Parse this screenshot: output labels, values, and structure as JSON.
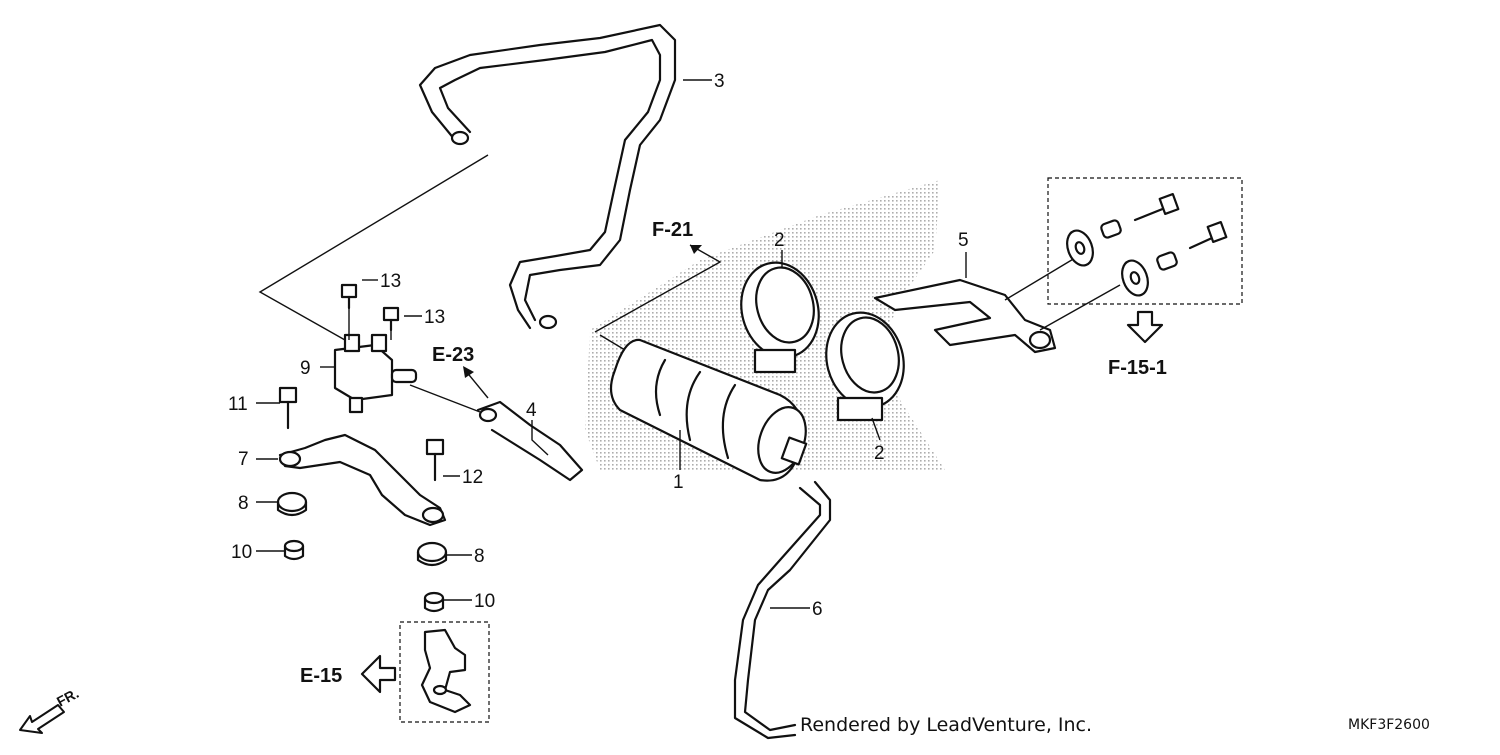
{
  "diagram": {
    "callouts": {
      "c1": "1",
      "c2a": "2",
      "c2b": "2",
      "c3": "3",
      "c4": "4",
      "c5": "5",
      "c6": "6",
      "c7": "7",
      "c8a": "8",
      "c8b": "8",
      "c9": "9",
      "c10a": "10",
      "c10b": "10",
      "c11": "11",
      "c12": "12",
      "c13a": "13",
      "c13b": "13"
    },
    "refs": {
      "f21": "F-21",
      "e23": "E-23",
      "f151": "F-15-1",
      "e15": "E-15"
    },
    "front_label": "FR.",
    "footer_text": "Rendered by LeadVenture, Inc.",
    "diagram_code": "MKF3F2600"
  }
}
